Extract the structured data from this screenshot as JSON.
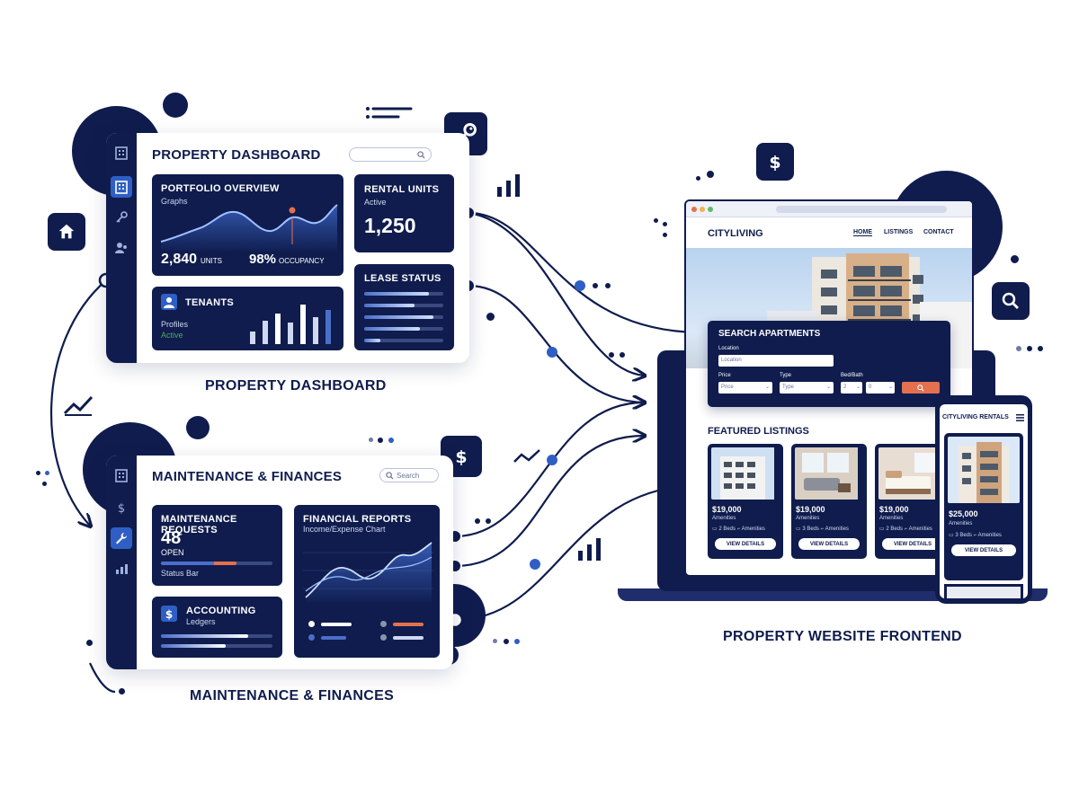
{
  "dashboard": {
    "title": "PROPERTY DASHBOARD",
    "portfolio": {
      "title": "PORTFOLIO OVERVIEW",
      "subtitle": "Graphs",
      "units_value": "2,840",
      "units_label": "UNITS",
      "occupancy_value": "98%",
      "occupancy_label": "OCCUPANCY"
    },
    "rental": {
      "title": "RENTAL UNITS",
      "subtitle": "Active",
      "value": "1,250"
    },
    "tenants": {
      "title": "TENANTS",
      "subtitle": "Profiles",
      "status": "Active"
    },
    "lease": {
      "title": "LEASE STATUS",
      "progress": [
        0.82,
        0.64,
        0.88,
        0.7,
        0.2
      ]
    },
    "caption": "PROPERTY DASHBOARD"
  },
  "maintenance": {
    "title": "MAINTENANCE & FINANCES",
    "search_placeholder": "Search",
    "requests": {
      "title": "MAINTENANCE REQUESTS",
      "value": "48",
      "status": "OPEN",
      "bar_label": "Status Bar",
      "bar_fill": 0.68
    },
    "reports": {
      "title": "FINANCIAL REPORTS",
      "subtitle": "Income/Expense Chart"
    },
    "accounting": {
      "title": "ACCOUNTING",
      "subtitle": "Ledgers",
      "progress": [
        0.78,
        0.58
      ]
    },
    "caption": "MAINTENANCE & FINANCES"
  },
  "website": {
    "brand": "CITYLIVING",
    "nav": [
      "HOME",
      "LISTINGS",
      "CONTACT"
    ],
    "search": {
      "title": "SEARCH APARTMENTS",
      "location_label": "Location",
      "location_placeholder": "Location",
      "price_label": "Price",
      "price_value": "Price",
      "type_label": "Type",
      "type_value": "Type",
      "bedbath_label": "Bed/Bath",
      "bed_value": "2",
      "bath_value": "0"
    },
    "featured_title": "FEATURED LISTINGS",
    "listings": [
      {
        "price": "$19,000",
        "amenities": "Amenities",
        "beds": "2 Beds",
        "extra": "Amenities",
        "button": "VIEW DETAILS"
      },
      {
        "price": "$19,000",
        "amenities": "Amenities",
        "beds": "3 Beds",
        "extra": "Amenities",
        "button": "VIEW DETAILS"
      },
      {
        "price": "$19,000",
        "amenities": "Amenities",
        "beds": "2 Beds",
        "extra": "Amenities",
        "button": "VIEW DETAILS"
      }
    ],
    "mobile": {
      "title": "CITYLIVING RENTALS",
      "price": "$25,000",
      "amenities": "Amenities",
      "beds": "3 Beds",
      "extra": "Amenities",
      "button": "VIEW DETAILS"
    },
    "caption": "PROPERTY WEBSITE FRONTEND"
  },
  "colors": {
    "navy": "#0f1c4d",
    "accent": "#2f5fc4",
    "orange": "#e4704f",
    "green": "#4caf50"
  }
}
